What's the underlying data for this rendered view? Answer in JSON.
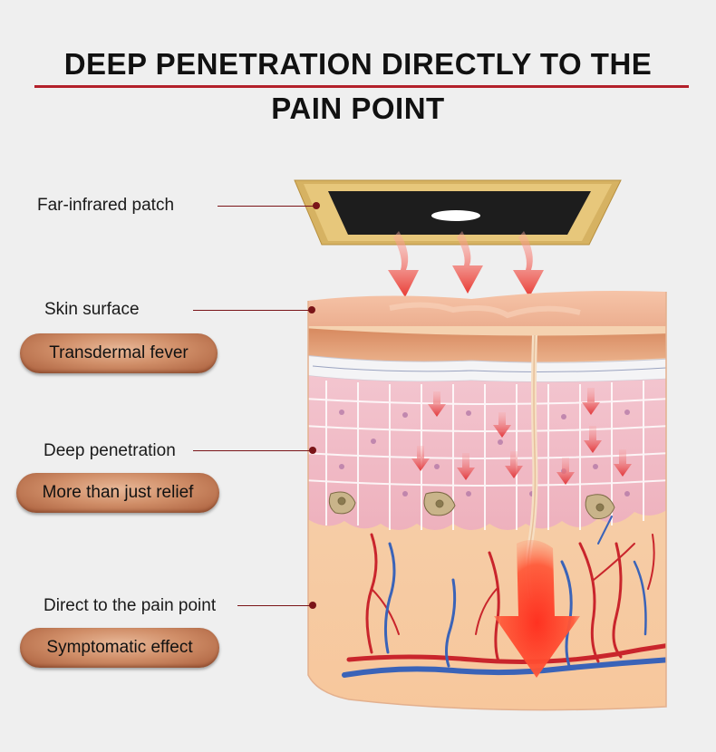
{
  "title": {
    "line1": "DEEP PENETRATION DIRECTLY TO THE",
    "line2": "PAIN POINT"
  },
  "labels": {
    "patch": "Far-infrared patch",
    "skin_surface": "Skin surface",
    "deep_penetration": "Deep penetration",
    "direct": "Direct to the pain point"
  },
  "badges": {
    "transdermal": "Transdermal fever",
    "relief": "More than just relief",
    "symptomatic": "Symptomatic effect"
  },
  "colors": {
    "title_rule": "#b3202a",
    "leader": "#7a1418",
    "arrow": "#e5403a",
    "patch_frame": "#d9b45f",
    "patch_core": "#1c1c1c",
    "skin_top": "#f2b79b",
    "dermis": "#f5c9a0",
    "cells": "#f6c6cc",
    "artery": "#c9252c",
    "vein": "#3a63b8"
  }
}
